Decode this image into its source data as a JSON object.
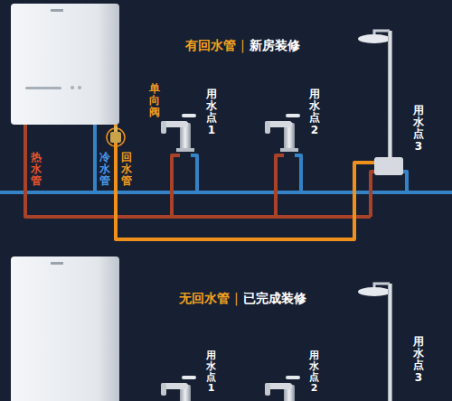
{
  "diagram": {
    "labels": [
      "热水管",
      "冷水管",
      "回水管",
      "单向阀",
      "有回水管",
      "|",
      "新房装修",
      "用水点1",
      "用水点2",
      "用水点3",
      "无回水管",
      "|",
      "已完成装修",
      "用水点1",
      "用水点2",
      "用水点3"
    ]
  }
}
